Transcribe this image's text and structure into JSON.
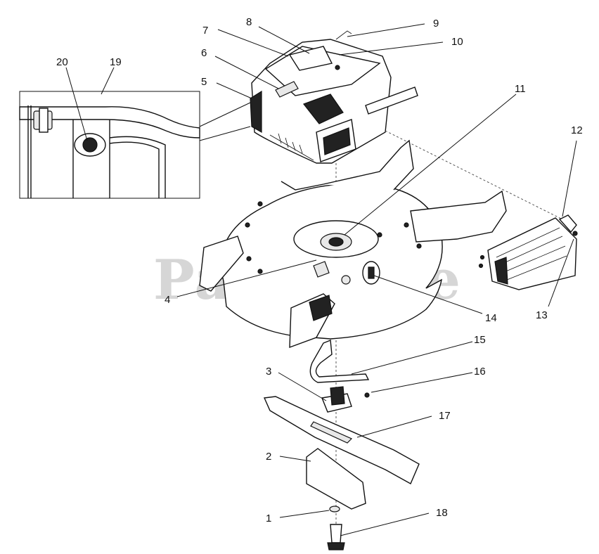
{
  "watermark": "PartsTree",
  "diagram": {
    "callouts": [
      {
        "id": "c1",
        "text": "1",
        "part": "nut"
      },
      {
        "id": "c2",
        "text": "2",
        "part": "blade-sail"
      },
      {
        "id": "c3",
        "text": "3",
        "part": "blade-adapter"
      },
      {
        "id": "c4",
        "text": "4",
        "part": "mower-deck"
      },
      {
        "id": "c5",
        "text": "5",
        "part": "engine"
      },
      {
        "id": "c6",
        "text": "6",
        "part": "engine-label"
      },
      {
        "id": "c7",
        "text": "7",
        "part": "engine-shroud"
      },
      {
        "id": "c8",
        "text": "8",
        "part": "engine-decal"
      },
      {
        "id": "c9",
        "text": "9",
        "part": "throttle-cable"
      },
      {
        "id": "c10",
        "text": "10",
        "part": "screw"
      },
      {
        "id": "c11",
        "text": "11",
        "part": "crankshaft"
      },
      {
        "id": "c12",
        "text": "12",
        "part": "screw"
      },
      {
        "id": "c13",
        "text": "13",
        "part": "discharge-chute"
      },
      {
        "id": "c14",
        "text": "14",
        "part": "deck-bolt"
      },
      {
        "id": "c15",
        "text": "15",
        "part": "baffle-bracket"
      },
      {
        "id": "c16",
        "text": "16",
        "part": "screw"
      },
      {
        "id": "c17",
        "text": "17",
        "part": "blade"
      },
      {
        "id": "c18",
        "text": "18",
        "part": "blade-bolt"
      },
      {
        "id": "c19",
        "text": "19",
        "part": "inset-frame"
      },
      {
        "id": "c20",
        "text": "20",
        "part": "inset-bolt"
      }
    ]
  }
}
